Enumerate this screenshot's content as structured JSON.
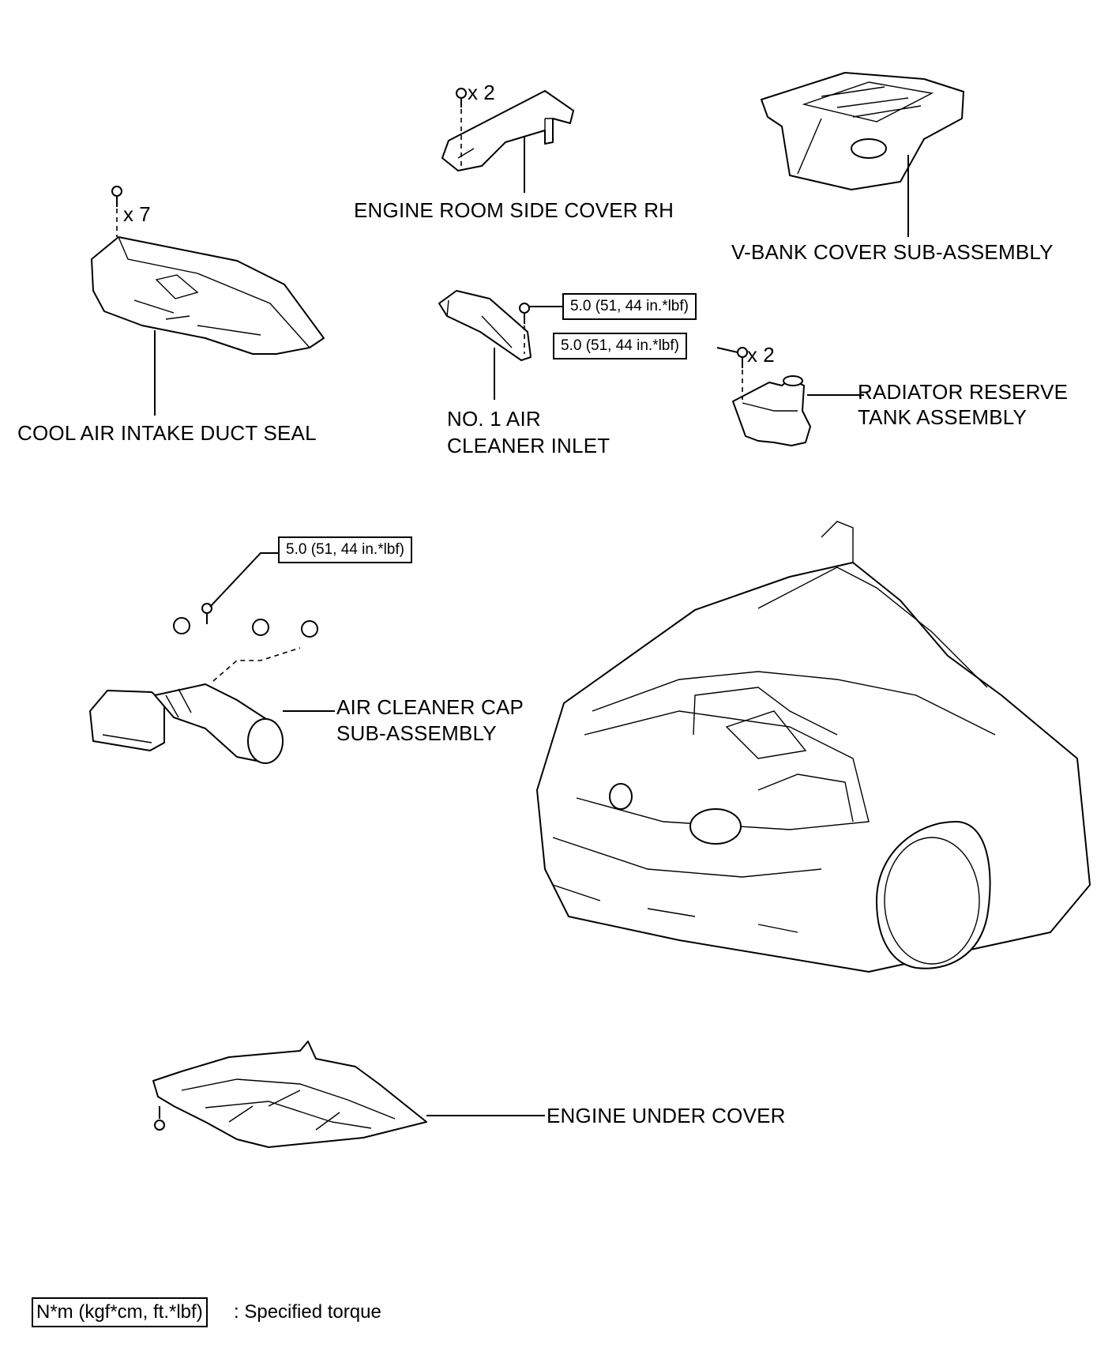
{
  "labels": {
    "engine_room_side_cover_rh": "ENGINE ROOM SIDE COVER RH",
    "v_bank_cover": "V-BANK COVER SUB-ASSEMBLY",
    "cool_air_intake_duct_seal": "COOL AIR INTAKE DUCT SEAL",
    "no1_air_cleaner_inlet_line1": "NO. 1 AIR",
    "no1_air_cleaner_inlet_line2": "CLEANER INLET",
    "radiator_reserve_tank_line1": "RADIATOR RESERVE",
    "radiator_reserve_tank_line2": "TANK ASSEMBLY",
    "air_cleaner_cap_line1": "AIR CLEANER CAP",
    "air_cleaner_cap_line2": "SUB-ASSEMBLY",
    "engine_under_cover": "ENGINE UNDER COVER"
  },
  "quantities": {
    "side_cover_clips": "x 2",
    "duct_seal_clips": "x 7",
    "reserve_tank_bolts": "x 2"
  },
  "torque": {
    "air_cleaner_inlet": "5.0 (51, 44 in.*lbf)",
    "reserve_tank": "5.0 (51, 44 in.*lbf)",
    "air_cleaner_cap": "5.0 (51, 44 in.*lbf)"
  },
  "legend": {
    "units": "N*m (kgf*cm, ft.*lbf)",
    "description": ": Specified torque"
  }
}
